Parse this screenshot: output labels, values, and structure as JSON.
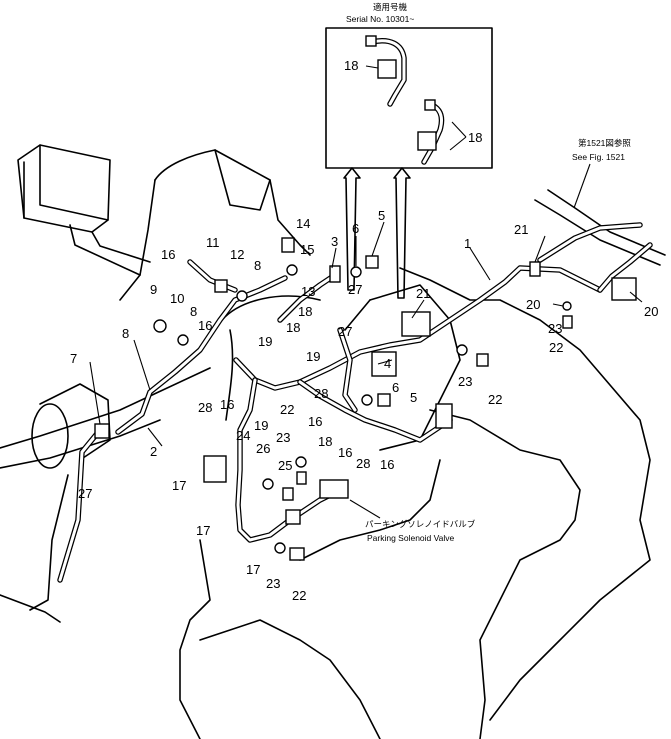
{
  "inset": {
    "serial_jp": "適用号機",
    "serial_label": "Serial No. 10301~",
    "callouts": [
      "18",
      "18"
    ]
  },
  "fig_ref": {
    "jp": "第1521図参照",
    "en": "See Fig. 1521"
  },
  "solenoid": {
    "jp": "パーキングソレノイドバルブ",
    "en": "Parking Solenoid Valve"
  },
  "callouts": [
    "1",
    "2",
    "3",
    "4",
    "5",
    "5",
    "6",
    "6",
    "7",
    "8",
    "8",
    "8",
    "9",
    "10",
    "11",
    "12",
    "13",
    "14",
    "15",
    "16",
    "16",
    "16",
    "16",
    "16",
    "16",
    "17",
    "17",
    "17",
    "18",
    "18",
    "18",
    "19",
    "19",
    "19",
    "20",
    "20",
    "21",
    "21",
    "22",
    "22",
    "22",
    "22",
    "23",
    "23",
    "23",
    "23",
    "24",
    "25",
    "26",
    "27",
    "27",
    "27",
    "28",
    "28",
    "28"
  ]
}
